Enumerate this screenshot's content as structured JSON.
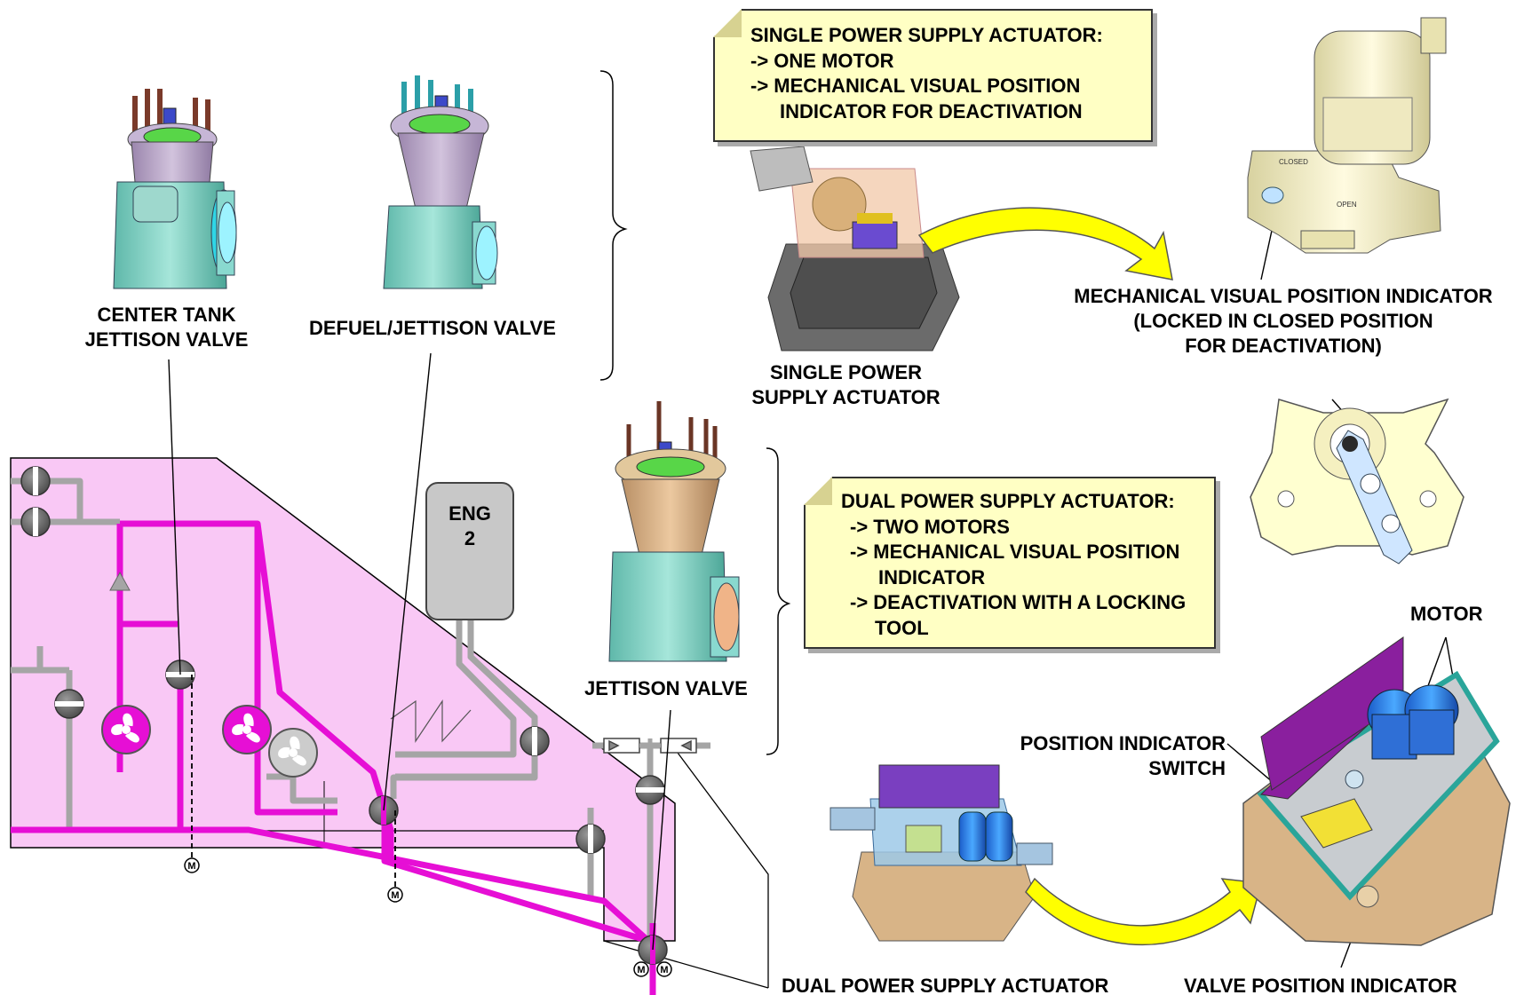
{
  "labels": {
    "center_tank_valve": [
      "CENTER TANK",
      "JETTISON VALVE"
    ],
    "defuel_valve": "DEFUEL/JETTISON VALVE",
    "jettison_valve": "JETTISON VALVE",
    "single_actuator": [
      "SINGLE POWER",
      "SUPPLY ACTUATOR"
    ],
    "dual_actuator": "DUAL POWER SUPPLY ACTUATOR",
    "mech_indicator": [
      "MECHANICAL VISUAL POSITION INDICATOR",
      "(LOCKED IN CLOSED POSITION",
      "FOR DEACTIVATION)"
    ],
    "motor": "MOTOR",
    "position_switch": [
      "POSITION INDICATOR",
      "SWITCH"
    ],
    "valve_position_indicator": "VALVE POSITION INDICATOR",
    "closed": "CLOSED",
    "open": "OPEN"
  },
  "notes": {
    "single": [
      "SINGLE POWER SUPPLY ACTUATOR:",
      "-> ONE MOTOR",
      "-> MECHANICAL VISUAL POSITION",
      "INDICATOR FOR DEACTIVATION"
    ],
    "dual": [
      "DUAL POWER SUPPLY ACTUATOR:",
      "-> TWO MOTORS",
      "-> MECHANICAL VISUAL POSITION",
      "INDICATOR",
      "-> DEACTIVATION WITH A LOCKING",
      "TOOL"
    ]
  },
  "engine": [
    "ENG",
    "2"
  ],
  "motor_symbol": "M",
  "colors": {
    "tank_fill": "#f9c8f5",
    "fuel_line": "#e60fd5",
    "grey_line": "#a5a5a5",
    "note_fill": "#ffffc4",
    "arrow_yellow": "#ffff00",
    "valve_teal": "#7ed3c4",
    "actuator_purple": "#7a1f9e",
    "motor_blue": "#2a7fe0"
  }
}
